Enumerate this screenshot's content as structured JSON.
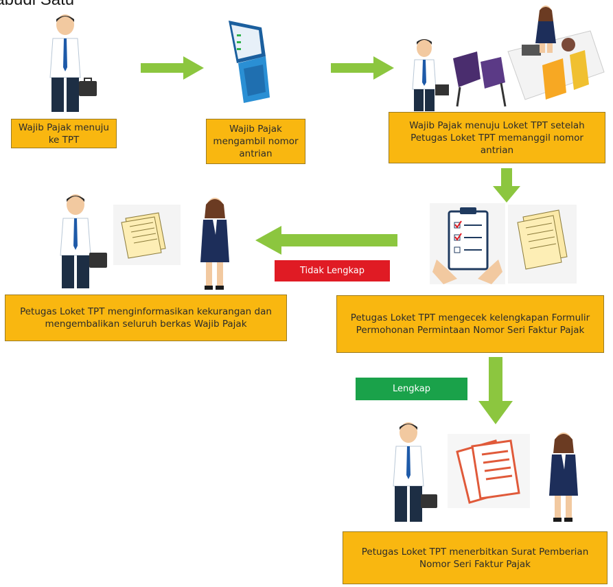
{
  "header": {
    "text": "labudi Satu"
  },
  "steps": {
    "step1": "Wajib Pajak menuju ke TPT",
    "step2": "Wajib Pajak mengambil nomor antrian",
    "step3": "Wajib Pajak menuju Loket TPT setelah Petugas Loket TPT memanggil nomor antrian",
    "step4": "Petugas Loket TPT mengecek kelengkapan Formulir Permohonan Permintaan Nomor Seri Faktur Pajak",
    "step5": "Petugas Loket TPT menginformasikan kekurangan dan mengembalikan seluruh berkas Wajib Pajak",
    "step6": "Petugas Loket TPT menerbitkan Surat Pemberian Nomor Seri Faktur Pajak"
  },
  "labels": {
    "incomplete": "Tidak Lengkap",
    "complete": "Lengkap"
  },
  "colors": {
    "box": "#f9b710",
    "arrow": "#8cc63f",
    "incomplete": "#e01b24",
    "complete": "#1aa24a"
  }
}
